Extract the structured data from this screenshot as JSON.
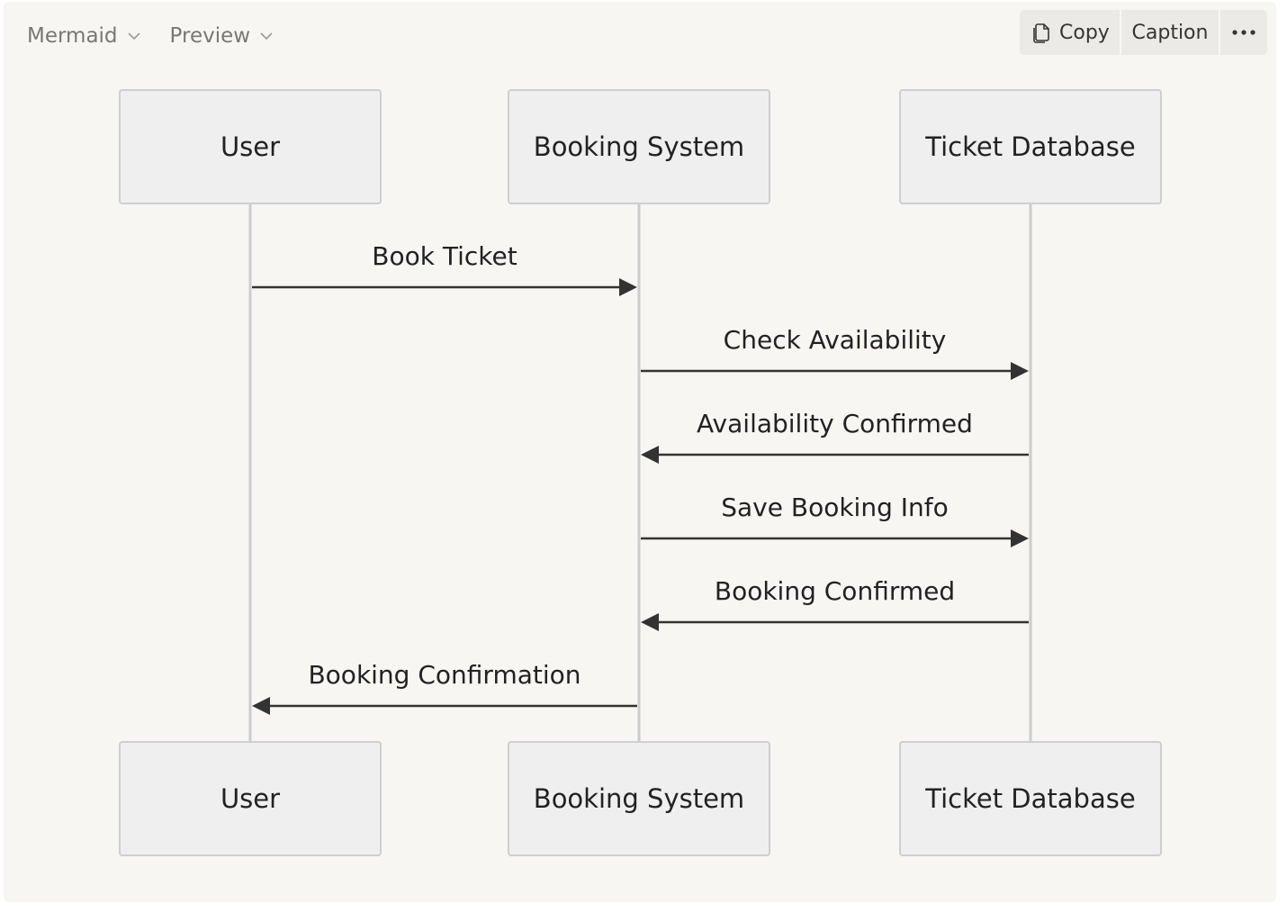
{
  "toolbar": {
    "language_label": "Mermaid",
    "view_label": "Preview",
    "copy_label": "Copy",
    "caption_label": "Caption",
    "more_icon": "ellipsis-icon",
    "copy_icon": "copy-icon"
  },
  "diagram": {
    "type": "sequence",
    "actors": [
      {
        "id": "user",
        "label": "User"
      },
      {
        "id": "booking",
        "label": "Booking System"
      },
      {
        "id": "db",
        "label": "Ticket Database"
      }
    ],
    "messages": [
      {
        "from": "user",
        "to": "booking",
        "label": "Book Ticket"
      },
      {
        "from": "booking",
        "to": "db",
        "label": "Check Availability"
      },
      {
        "from": "db",
        "to": "booking",
        "label": "Availability Confirmed"
      },
      {
        "from": "booking",
        "to": "db",
        "label": "Save Booking Info"
      },
      {
        "from": "db",
        "to": "booking",
        "label": "Booking Confirmed"
      },
      {
        "from": "booking",
        "to": "user",
        "label": "Booking Confirmation"
      }
    ]
  },
  "colors": {
    "background": "#f7f6f3",
    "actor_fill": "#efefef",
    "actor_stroke": "#cfcfcf",
    "lifeline": "#cccccc",
    "arrow": "#333333"
  }
}
